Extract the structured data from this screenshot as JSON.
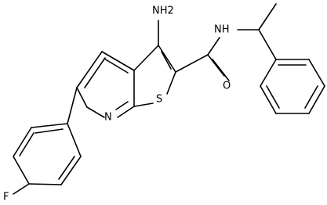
{
  "atoms": {
    "nh2": "NH2",
    "nh": "NH",
    "o": "O",
    "s": "S",
    "n": "N",
    "f": "F"
  }
}
